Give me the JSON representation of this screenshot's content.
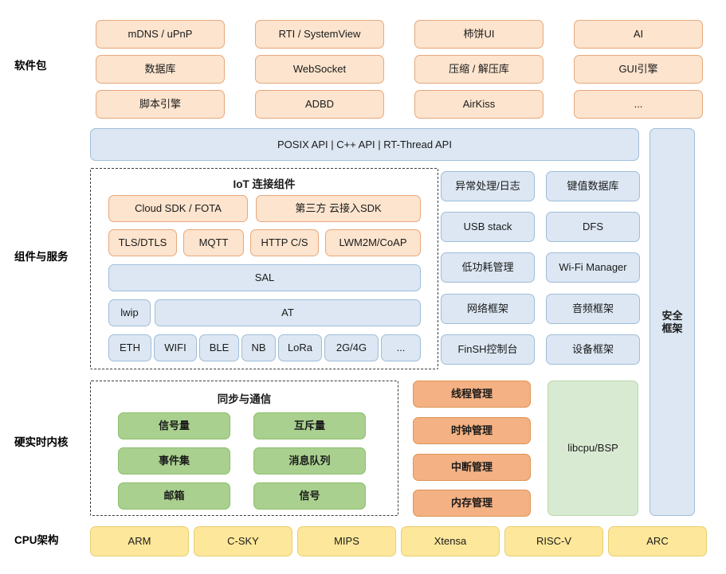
{
  "rows": {
    "software_packages": "软件包",
    "components_services": "组件与服务",
    "kernel": "硬实时内核",
    "cpu_arch": "CPU架构"
  },
  "software_packages": {
    "items": [
      "mDNS / uPnP",
      "RTI / SystemView",
      "柿饼UI",
      "AI",
      "数据库",
      "WebSocket",
      "压缩 / 解压库",
      "GUI引擎",
      "脚本引擎",
      "ADBD",
      "AirKiss",
      "..."
    ]
  },
  "api_bar": {
    "label": "POSIX API  |  C++ API  |  RT-Thread API"
  },
  "security": {
    "label": "安全\n框架"
  },
  "iot": {
    "title": "IoT 连接组件",
    "row1": [
      "Cloud SDK / FOTA",
      "第三方 云接入SDK"
    ],
    "row2": [
      "TLS/DTLS",
      "MQTT",
      "HTTP C/S",
      "LWM2M/CoAP"
    ],
    "sal": "SAL",
    "lwip": "lwip",
    "at": "AT",
    "row5": [
      "ETH",
      "WIFI",
      "BLE",
      "NB",
      "LoRa",
      "2G/4G",
      "..."
    ]
  },
  "services": {
    "items": [
      "异常处理/日志",
      "键值数据库",
      "USB stack",
      "DFS",
      "低功耗管理",
      "Wi-Fi Manager",
      "网络框架",
      "音频框架",
      "FinSH控制台",
      "设备框架"
    ]
  },
  "sync": {
    "title": "同步与通信",
    "items": [
      "信号量",
      "互斥量",
      "事件集",
      "消息队列",
      "邮箱",
      "信号"
    ]
  },
  "management": {
    "items": [
      "线程管理",
      "时钟管理",
      "中断管理",
      "内存管理"
    ]
  },
  "libcpu": {
    "label": "libcpu/BSP"
  },
  "cpu": {
    "items": [
      "ARM",
      "C-SKY",
      "MIPS",
      "Xtensa",
      "RISC-V",
      "ARC"
    ]
  },
  "colors": {
    "orange": "#fce4ce",
    "blue": "#dce7f3",
    "green": "#a9d08e",
    "salmon": "#f4b183",
    "lightgreen": "#d9ead3",
    "yellow": "#fde79a"
  }
}
